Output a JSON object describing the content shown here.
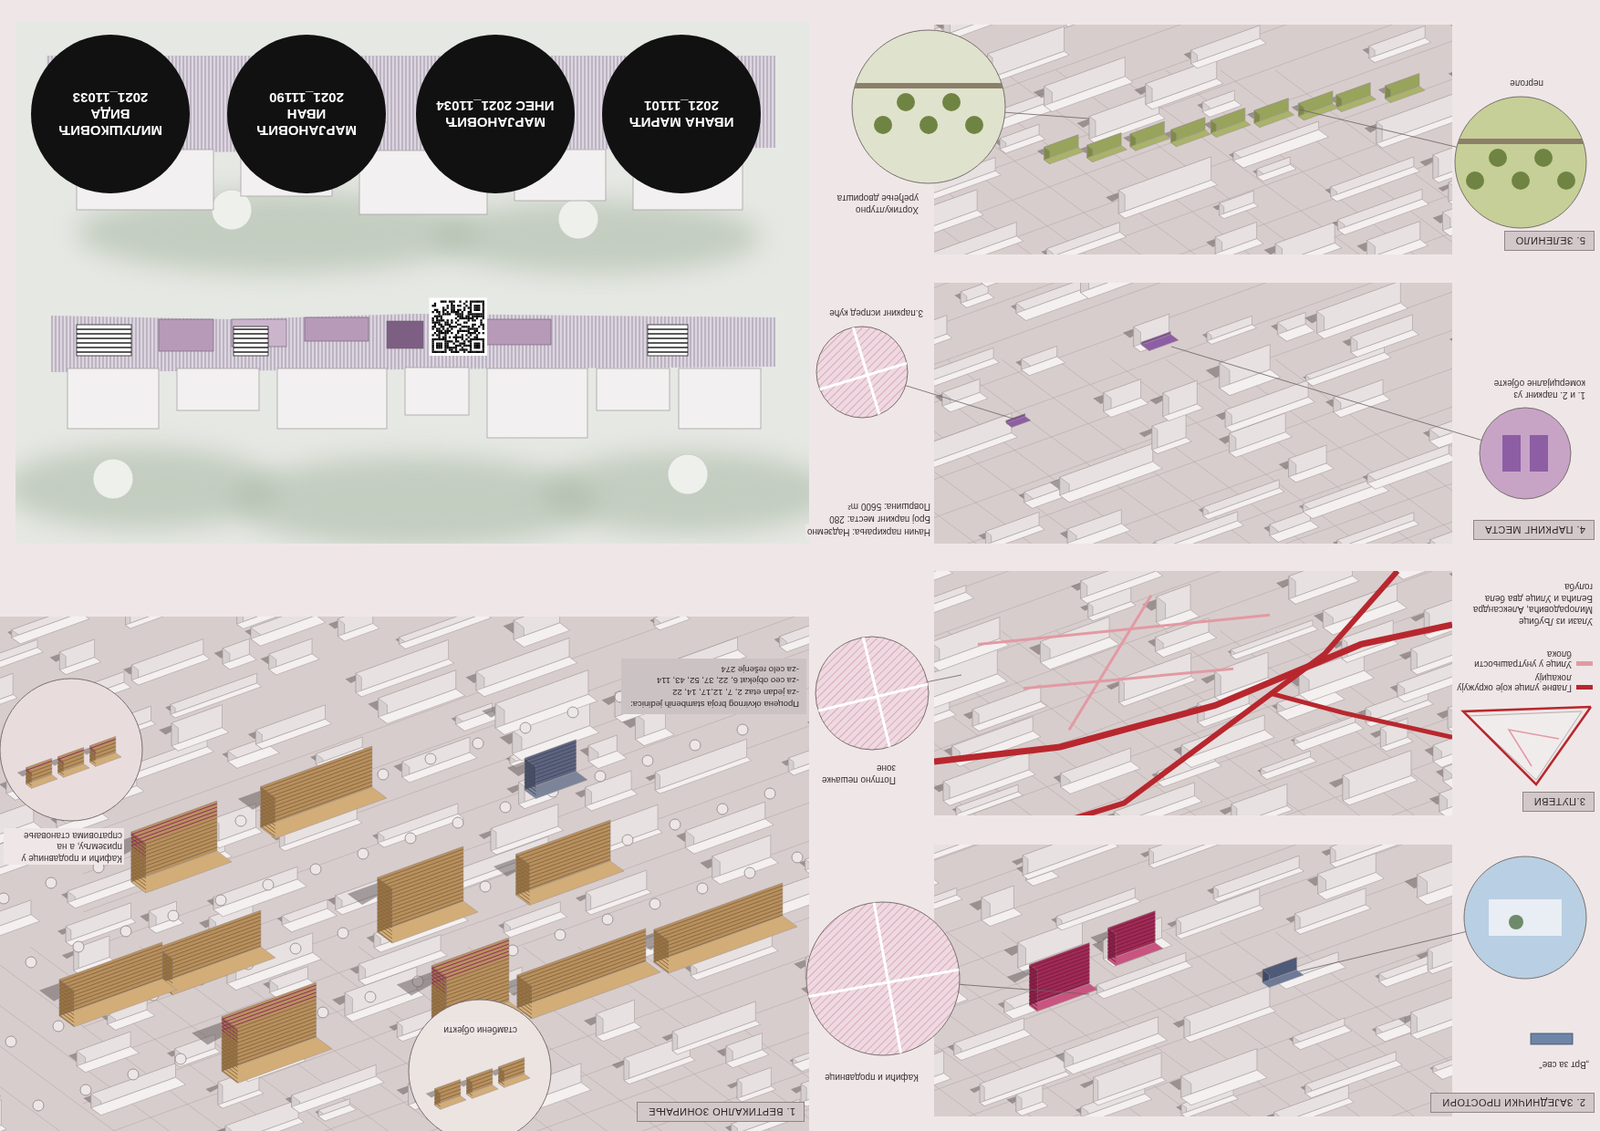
{
  "diagram": {
    "nodes": [
      {
        "text": [
          "1. ВЕРТИКАЛНО ЗОНИРАЊЕ"
        ]
      },
      {
        "text": [
          "Процена okvirnog broja stambenih jedinica:",
          "-za jedan etaz 2, 7, 12,17, 14, 22",
          "-za ceo objekat 6, 22, 37, 52, 43, 114",
          "-za celo rešenje 274"
        ]
      },
      {
        "text": [
          "2. ЗАЈЕДНИЧКИ ПРОСТОРИ"
        ]
      },
      {
        "text": [
          "3.ПУТЕВИ"
        ]
      },
      {
        "text": [
          "4. ПАРКИНГ МЕСТА"
        ]
      },
      {
        "text": [
          "5. ЗЕЛЕНИЛО"
        ]
      },
      {
        "text": [
          "ИВАНА МАРИЋ",
          "2021_11101"
        ]
      },
      {
        "text": [
          "МАРЈАНОВИЋ",
          "ИНЕС 2021_11034"
        ]
      },
      {
        "text": [
          "МАРЈАНОВИЋ",
          "ИВАН",
          "2021_11190"
        ]
      },
      {
        "text": [
          "МИЛУШКОВИЋ",
          "ВИДА",
          "2021_11033"
        ]
      }
    ],
    "labels": [
      "„Врт за све“",
      "Кафићи и продавнице",
      "Потпуно пешачке зоне",
      "Улази из Љубице Милорадовића, Александра Белића и Улице два бела голуба",
      "1. и 2. паркинг уз комерцијалне објекте",
      "Начин паркирања: Надземно",
      "Број паркинг места: 280",
      "Површина: 5600 m²",
      "3.паркинг испред куће",
      "перголе",
      "Хортикултурно уређење дворишта",
      "стамбени објекти",
      "Кафићи и продавнице у приземљу, а на спратовима становање"
    ],
    "legend": [
      {
        "text": "Главне улице које окружују локацију",
        "color": "#b8272e"
      },
      {
        "text": "Улице у унутрашњости блока",
        "color": "#e29aa3"
      }
    ]
  }
}
